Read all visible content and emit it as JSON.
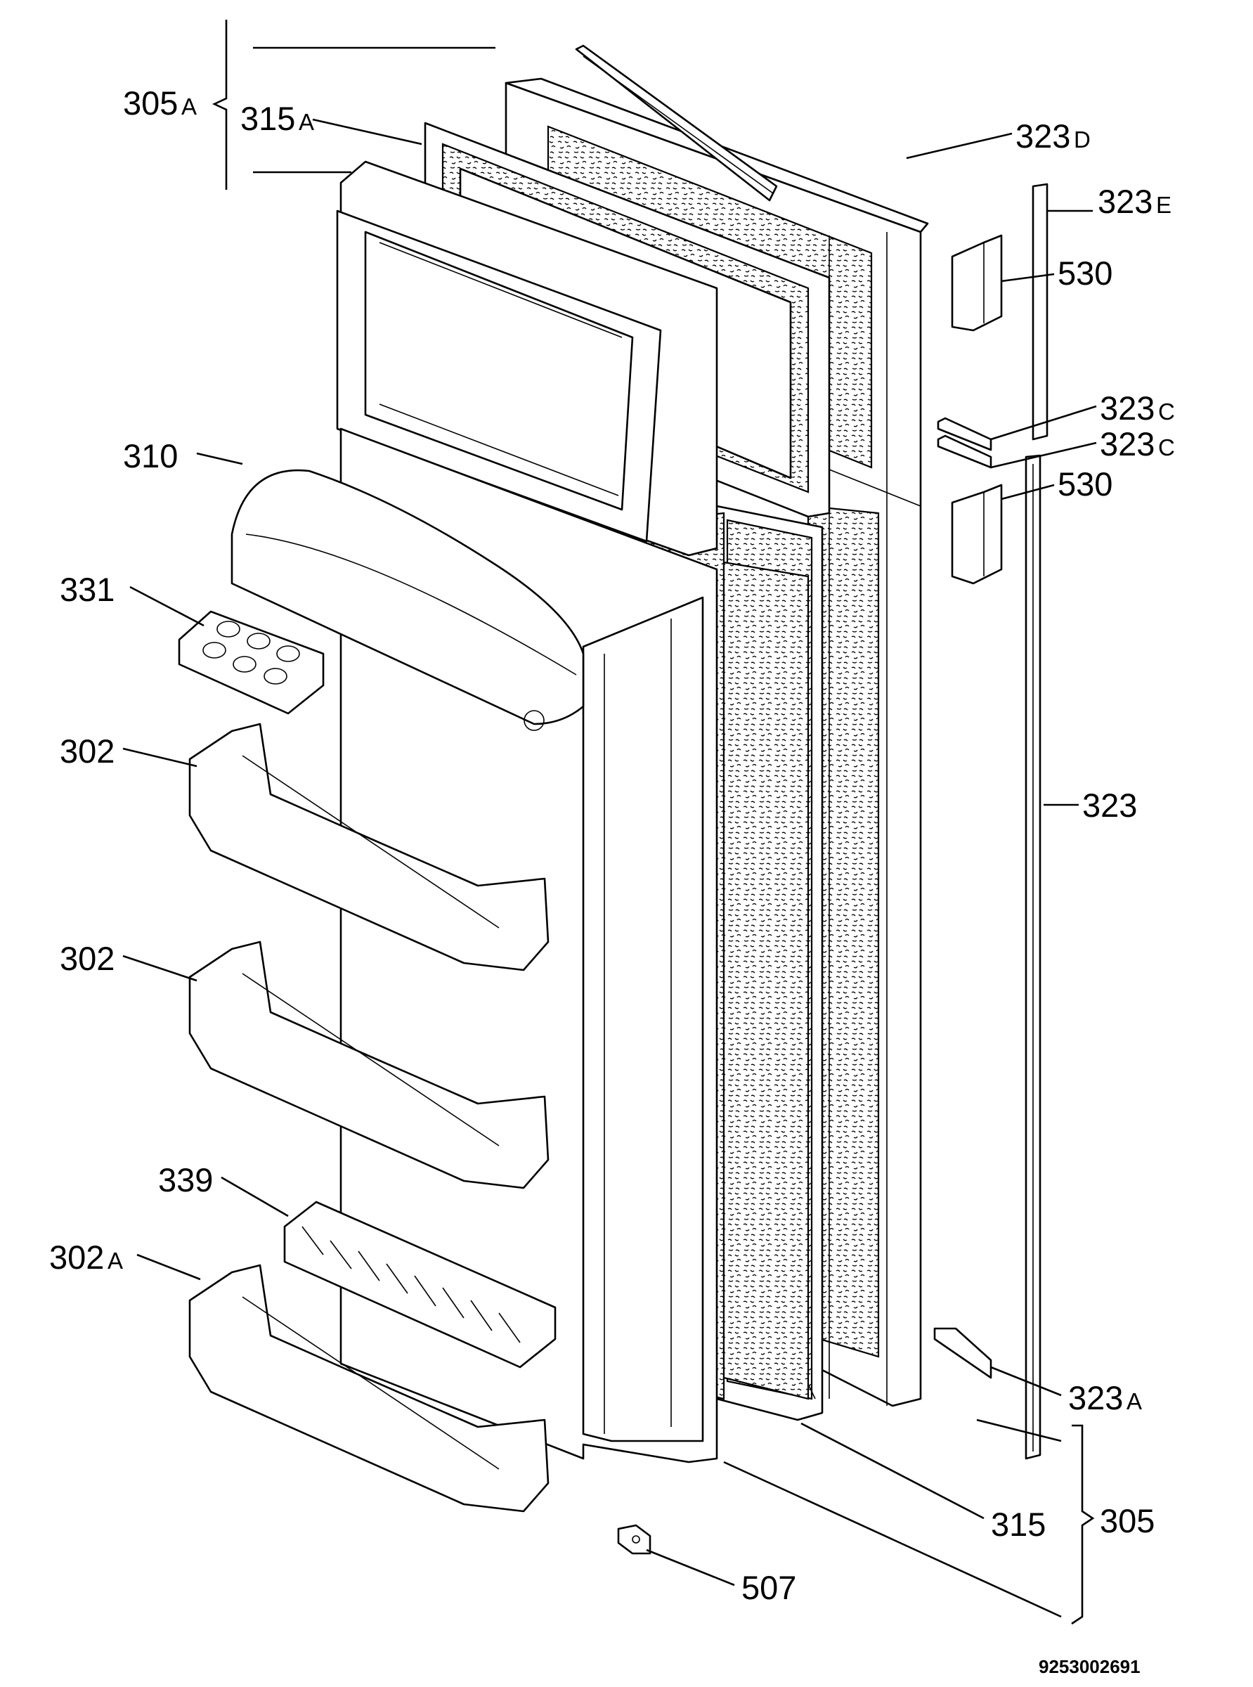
{
  "callouts": {
    "c305A": "305",
    "c315A": "315",
    "c323D": "323",
    "c323E": "323",
    "c530a": "530",
    "c323Ca": "323",
    "c323Cb": "323",
    "c530b": "530",
    "c310": "310",
    "c331": "331",
    "c302a": "302",
    "c302b": "302",
    "c323": "323",
    "c339": "339",
    "c302A": "302",
    "c323A": "323",
    "c315": "315",
    "c305": "305",
    "c507": "507"
  },
  "suffixes": {
    "c305A": "A",
    "c315A": "A",
    "c323D": "D",
    "c323E": "E",
    "c323Ca": "C",
    "c323Cb": "C",
    "c302A": "A",
    "c323A": "A"
  },
  "document_number": "9253002691"
}
